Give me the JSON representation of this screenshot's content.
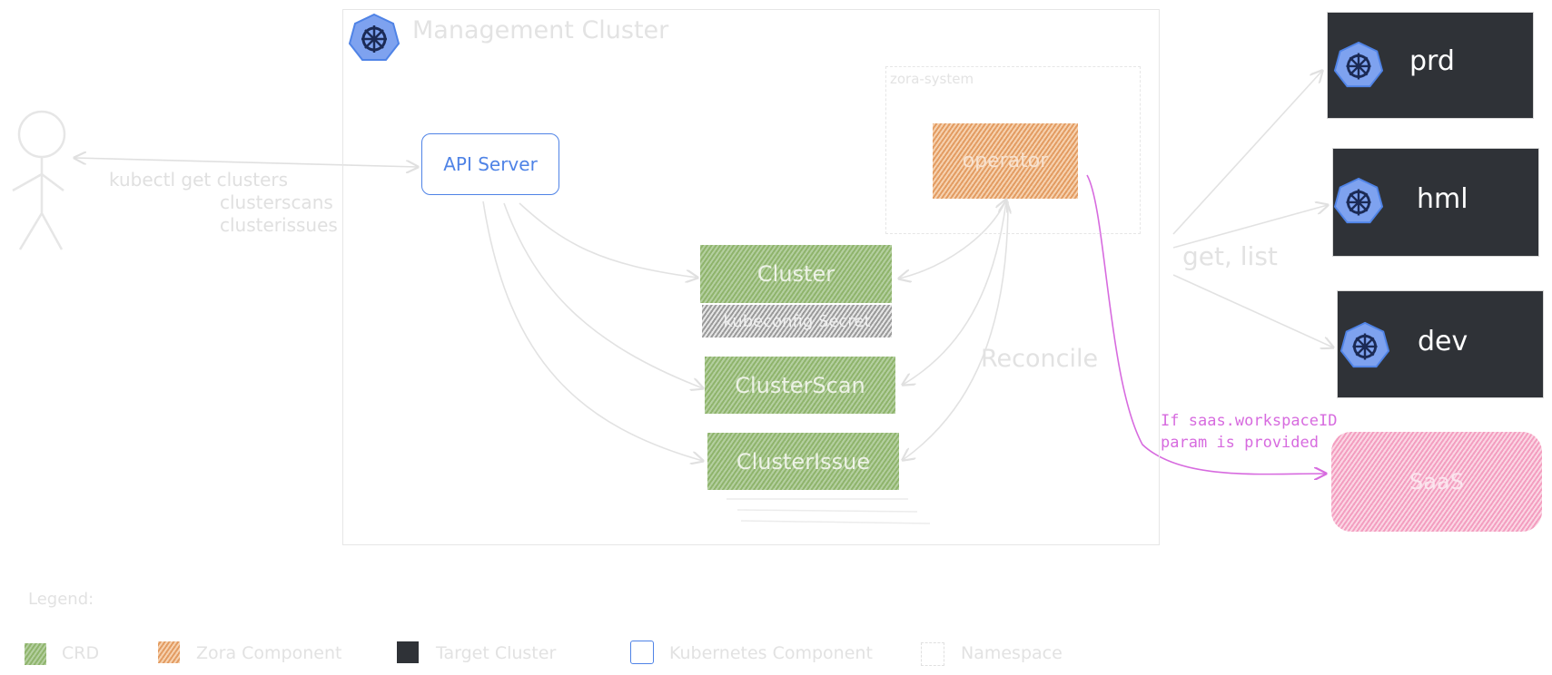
{
  "diagram": {
    "management_cluster": {
      "title": "Management Cluster"
    },
    "namespace": {
      "title": "zora-system"
    },
    "api_server": {
      "label": "API Server"
    },
    "operator": {
      "label": "operator"
    },
    "crds": [
      {
        "label": "Cluster"
      },
      {
        "label": "kubeconfig Secret"
      },
      {
        "label": "ClusterScan"
      },
      {
        "label": "ClusterIssue"
      }
    ],
    "user_commands": {
      "line1": "kubectl get clusters",
      "line2": "clusterscans",
      "line3": "clusterissues"
    },
    "reconcile_label": "Reconcile",
    "get_list_label": "get, list",
    "targets": [
      {
        "label": "prd"
      },
      {
        "label": "hml"
      },
      {
        "label": "dev"
      }
    ],
    "saas": {
      "label": "SaaS",
      "condition_line1_prefix": "If",
      "condition_line1_code": "saas.workspaceID",
      "condition_line2": "param is provided"
    },
    "legend": {
      "title": "Legend:",
      "items": [
        {
          "label": "CRD",
          "color": "#8fb46c"
        },
        {
          "label": "Zora Component",
          "color": "#e39c62"
        },
        {
          "label": "Target Cluster",
          "color": "#2f3237"
        },
        {
          "label": "Kubernetes Component",
          "color": "#4f83e6"
        },
        {
          "label": "Namespace",
          "color": "#e6e6e6"
        }
      ]
    },
    "colors": {
      "k8s_blue": "#4f83e6",
      "crd_green": "#8fb46c",
      "zora_orange": "#e39c62",
      "target_dark": "#2f3237",
      "saas_pink": "#f39ec0",
      "saas_arrow": "#d76bdf"
    }
  }
}
